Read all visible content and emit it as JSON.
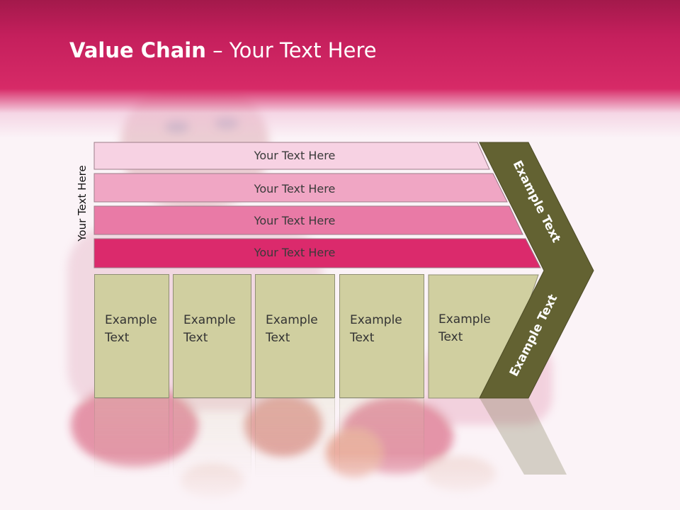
{
  "slide": {
    "title_bold": "Value Chain",
    "title_rest": " – Your Text Here",
    "side_label": "Your Text Here"
  },
  "bars": [
    {
      "label": "Your Text Here",
      "color": "#f7d2e3"
    },
    {
      "label": "Your Text Here",
      "color": "#f0a6c4"
    },
    {
      "label": "Your Text Here",
      "color": "#e97aa6"
    },
    {
      "label": "Your Text Here",
      "color": "#db2a6c"
    }
  ],
  "boxes": [
    {
      "line1": "Example",
      "line2": "Text"
    },
    {
      "line1": "Example",
      "line2": "Text"
    },
    {
      "line1": "Example",
      "line2": "Text"
    },
    {
      "line1": "Example",
      "line2": "Text"
    },
    {
      "line1": "Example",
      "line2": "Text"
    }
  ],
  "chevron": {
    "upper_label": "Example Text",
    "lower_label": "Example Text",
    "color": "#636232"
  },
  "colors": {
    "header": "#c41f5c",
    "box_fill": "#d0cfa0"
  }
}
